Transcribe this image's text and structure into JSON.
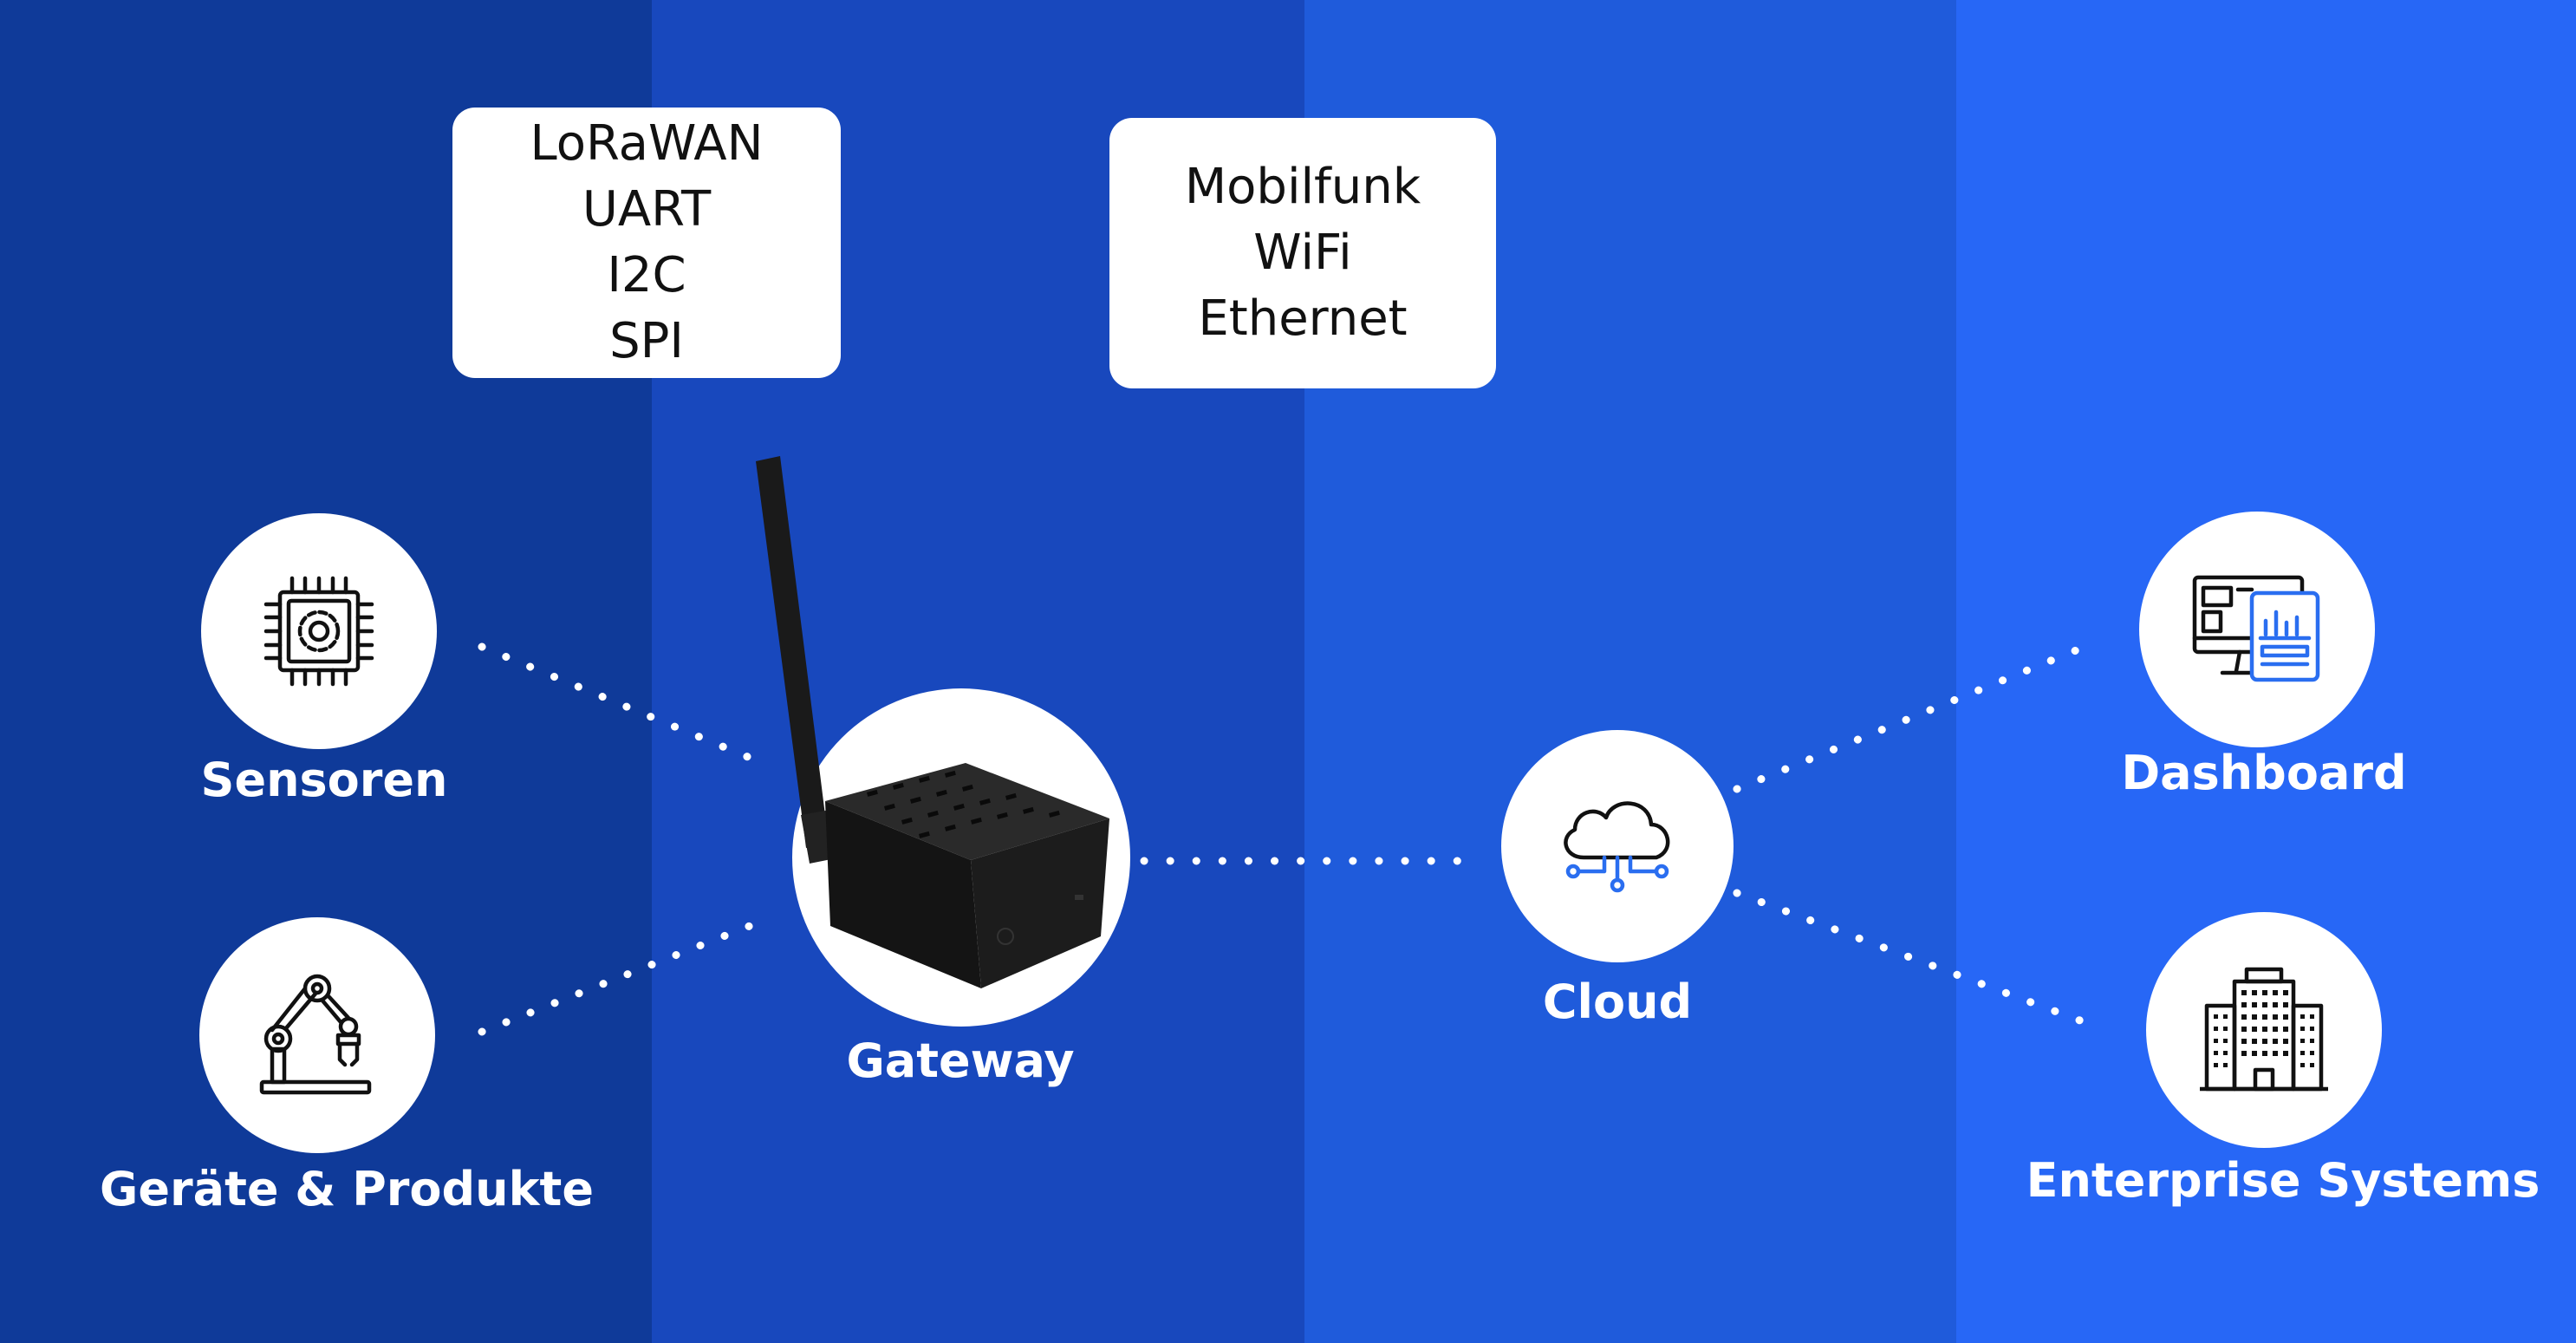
{
  "protocols_local": [
    "LoRaWAN",
    "UART",
    "I2C",
    "SPI"
  ],
  "protocols_network": [
    "Mobilfunk",
    "WiFi",
    "Ethernet"
  ],
  "nodes": {
    "sensors": {
      "label": "Sensoren",
      "icon": "chip-icon"
    },
    "devices": {
      "label": "Geräte & Produkte",
      "icon": "robot-arm-icon"
    },
    "gateway": {
      "label": "Gateway",
      "icon": "gateway-device-icon"
    },
    "cloud": {
      "label": "Cloud",
      "icon": "cloud-icon"
    },
    "dashboard": {
      "label": "Dashboard",
      "icon": "dashboard-monitor-icon"
    },
    "enterprise": {
      "label": "Enterprise Systems",
      "icon": "office-building-icon"
    }
  },
  "colors": {
    "column_1": "#0f3a99",
    "column_2": "#1848bd",
    "column_3": "#1f5bdb",
    "column_4": "#2767f6",
    "accent_icon": "#2a6ef0"
  }
}
